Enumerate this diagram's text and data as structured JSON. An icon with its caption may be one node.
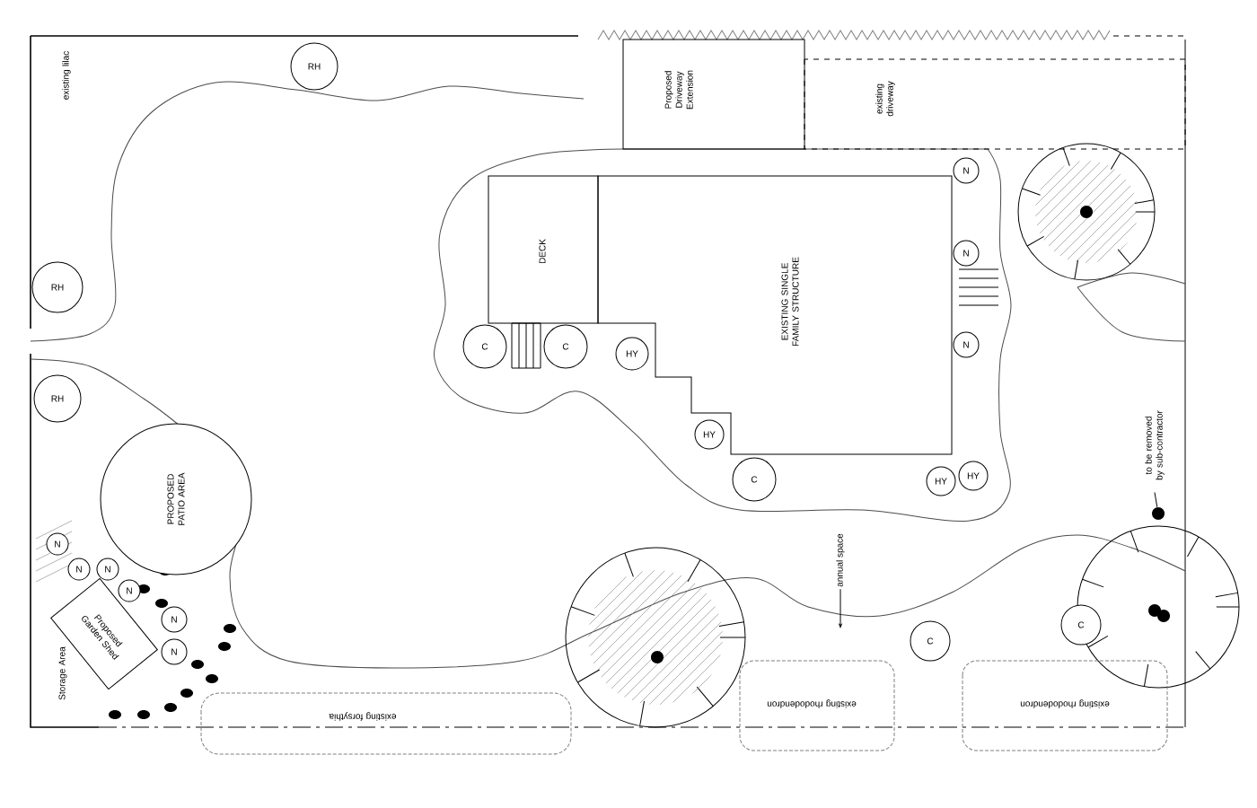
{
  "diagram": {
    "nodes": [
      {
        "text": [
          "existing lilac"
        ]
      },
      {
        "text": [
          "RH"
        ]
      },
      {
        "text": [
          "Proposed Driveway Extension"
        ]
      },
      {
        "text": [
          "existing driveway"
        ]
      },
      {
        "text": [
          "N"
        ]
      },
      {
        "text": [
          "DECK"
        ]
      },
      {
        "text": [
          "EXISTING SINGLE FAMILY STRUCTURE"
        ]
      },
      {
        "text": [
          "N"
        ]
      },
      {
        "text": [
          "RH"
        ]
      },
      {
        "text": [
          "N"
        ]
      },
      {
        "text": [
          "C"
        ]
      },
      {
        "text": [
          "C"
        ]
      },
      {
        "text": [
          "HY"
        ]
      },
      {
        "text": [
          "RH"
        ]
      },
      {
        "text": [
          "HY"
        ]
      },
      {
        "text": [
          "to be removed by sub-contractor"
        ]
      },
      {
        "text": [
          "C"
        ]
      },
      {
        "text": [
          "HY"
        ]
      },
      {
        "text": [
          "HY"
        ]
      },
      {
        "text": [
          "PROPOSED PATIO AREA"
        ]
      },
      {
        "text": [],
        "shape": "circle"
      },
      {
        "text": [
          "N"
        ]
      },
      {
        "text": [
          "N"
        ]
      },
      {
        "text": [
          "N"
        ]
      },
      {
        "text": [
          "N"
        ]
      },
      {
        "text": [
          "annual space"
        ]
      },
      {
        "text": [
          "N"
        ]
      },
      {
        "text": [
          "C"
        ]
      },
      {
        "text": [
          "Proposed Garden Shed"
        ]
      },
      {
        "text": [
          "C"
        ]
      },
      {
        "text": [
          "N"
        ]
      },
      {
        "text": [
          "Storage Area"
        ]
      },
      {
        "text": [
          "existing rhododendron"
        ]
      },
      {
        "text": [
          "existing rhododendron"
        ]
      },
      {
        "text": [
          "existing forsythia"
        ]
      }
    ],
    "edges": [
      {
        "from": 25,
        "to": null,
        "arrow": "to"
      },
      {
        "from": 15,
        "to": 20,
        "arrow": "none"
      }
    ]
  }
}
